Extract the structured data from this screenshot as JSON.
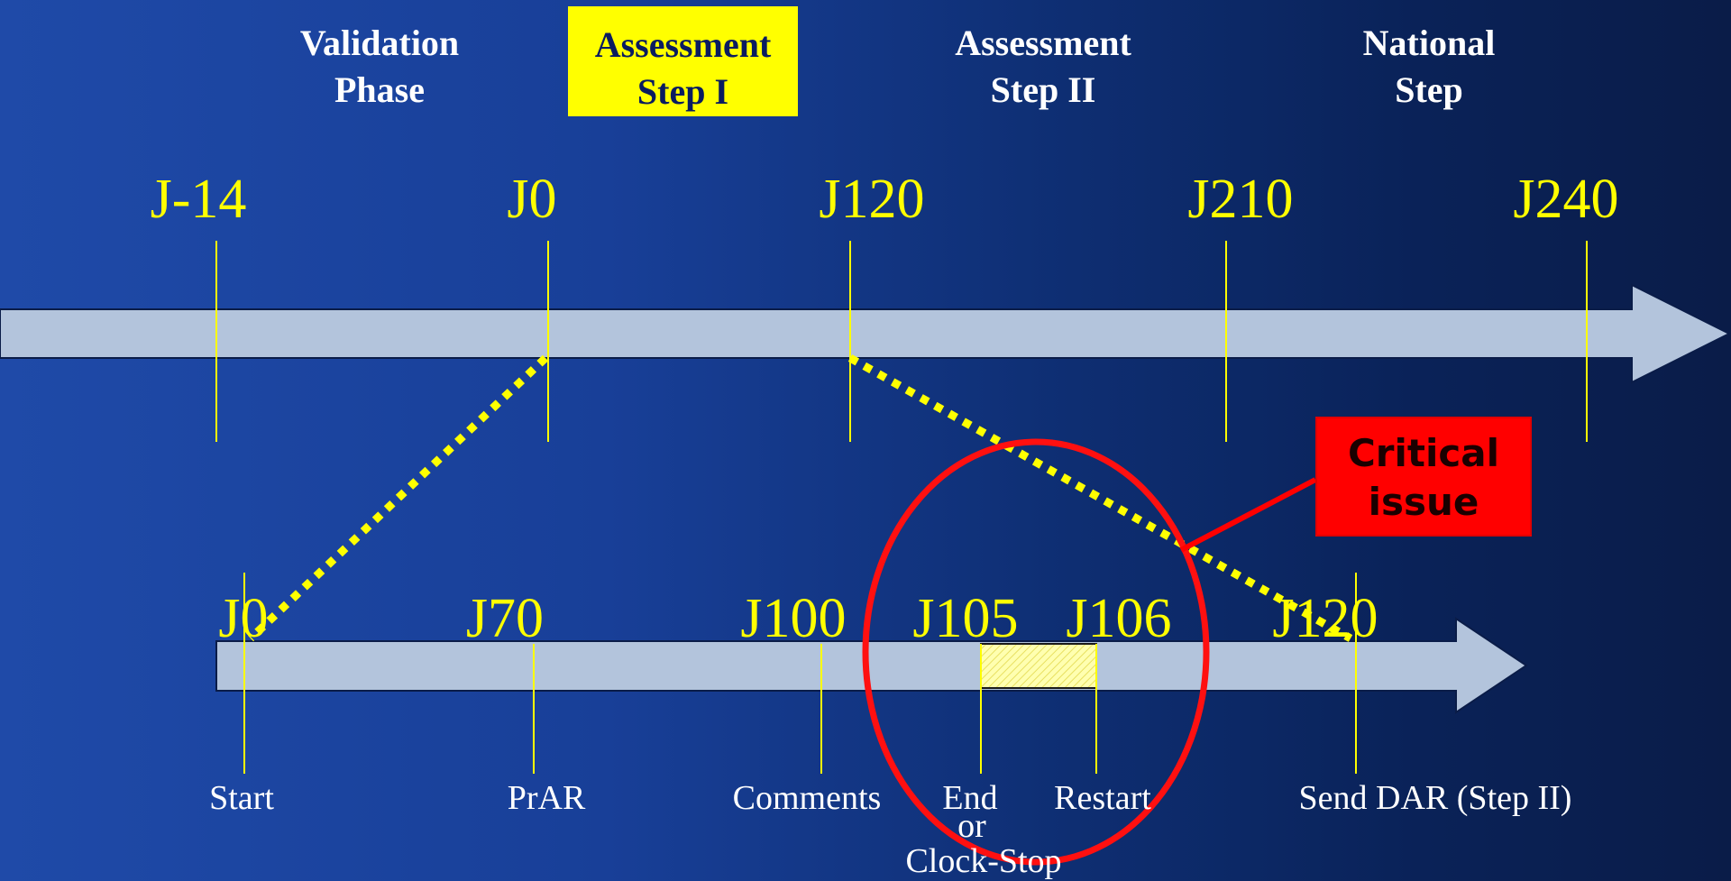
{
  "phases": [
    {
      "line1": "Validation",
      "line2": "Phase"
    },
    {
      "line1": "Assessment",
      "line2": "Step I"
    },
    {
      "line1": "Assessment",
      "line2": "Step II"
    },
    {
      "line1": "National",
      "line2": "Step"
    }
  ],
  "top_timeline": {
    "ticks": [
      "J-14",
      "J0",
      "J120",
      "J210",
      "J240"
    ]
  },
  "bottom_timeline": {
    "ticks": [
      "J0",
      "J70",
      "J100",
      "J105",
      "J106",
      "J120"
    ],
    "milestones": [
      "Start",
      "PrAR",
      "Comments",
      "End",
      "or",
      "Clock-Stop",
      "Restart",
      "Send DAR (Step II)"
    ]
  },
  "callout": {
    "line1": "Critical",
    "line2": "issue"
  },
  "colors": {
    "accent": "#ffff00",
    "bar": "#b3c4dc",
    "alert": "#ff0000"
  }
}
